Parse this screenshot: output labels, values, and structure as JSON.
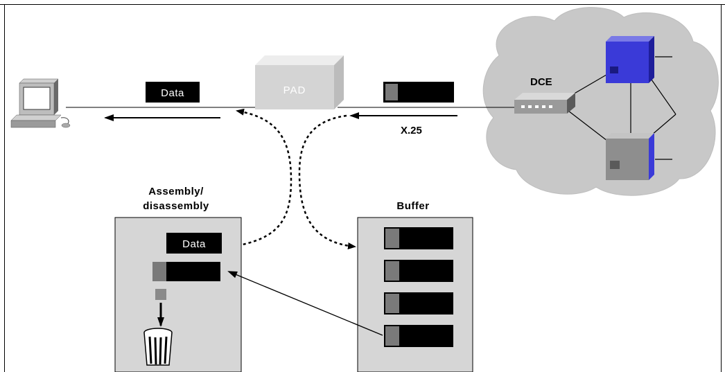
{
  "labels": {
    "data_top": "Data",
    "pad": "PAD",
    "dce": "DCE",
    "x25": "X.25",
    "assembly_line1": "Assembly/",
    "assembly_line2": "disassembly",
    "buffer": "Buffer",
    "data_box": "Data"
  },
  "colors": {
    "packet_black": "#000000",
    "packet_header": "#7a7a7a",
    "box_gray": "#d6d6d6",
    "cloud": "#c8c8c8",
    "pad_face": "#d4d4d4",
    "switch_blue": "#3a3ad8"
  },
  "icons": [
    "computer-icon",
    "pad-device-icon",
    "dce-modem-icon",
    "x25-switch-icon",
    "trash-can-icon"
  ]
}
